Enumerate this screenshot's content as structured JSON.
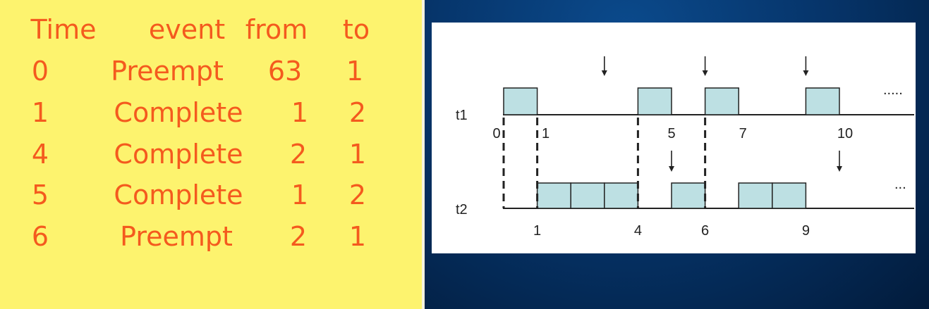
{
  "table": {
    "headers": [
      "Time",
      "event",
      "from",
      "to"
    ],
    "rows": [
      [
        "0",
        "Preempt",
        "63",
        "1"
      ],
      [
        "1",
        "Complete",
        "1",
        "2"
      ],
      [
        "4",
        "Complete",
        "2",
        "1"
      ],
      [
        "5",
        "Complete",
        "1",
        "2"
      ],
      [
        "6",
        "Preempt",
        "2",
        "1"
      ]
    ]
  },
  "diagram": {
    "tasks": [
      {
        "label": "t1",
        "execution": [
          [
            0,
            1
          ],
          [
            4,
            5
          ],
          [
            6,
            7
          ],
          [
            9,
            10
          ]
        ],
        "arrivals": [
          3,
          6,
          9
        ],
        "tick_labels": [
          "0",
          "1",
          "5",
          "7",
          "10"
        ],
        "tick_values": [
          0,
          1,
          5,
          7,
          10
        ],
        "continuation": "....."
      },
      {
        "label": "t2",
        "execution": [
          [
            1,
            2
          ],
          [
            2,
            3
          ],
          [
            3,
            4
          ],
          [
            5,
            6
          ],
          [
            7,
            8
          ],
          [
            8,
            9
          ]
        ],
        "arrivals": [
          5,
          10
        ],
        "tick_labels": [
          "1",
          "4",
          "6",
          "9"
        ],
        "tick_values": [
          1,
          4,
          6,
          9
        ],
        "continuation": "..."
      }
    ],
    "switch_times": [
      0,
      1,
      4,
      6
    ],
    "colors": {
      "block_fill": "#bde0e3",
      "table_text": "#f45a1e",
      "left_bg": "#fdf36e"
    }
  }
}
